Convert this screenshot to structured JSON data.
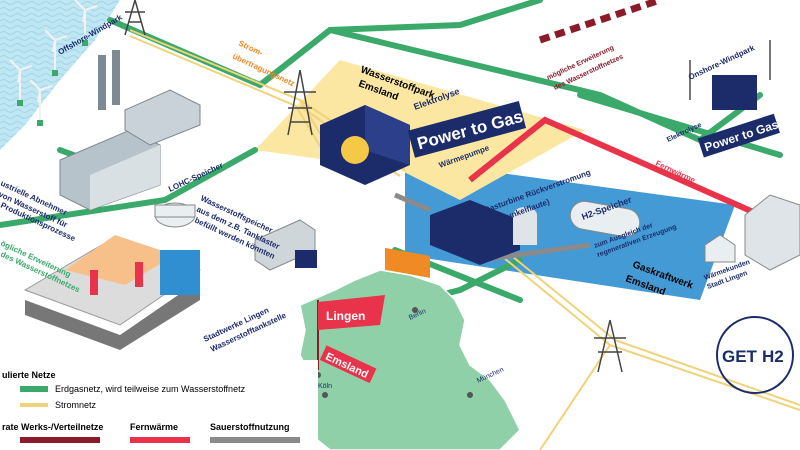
{
  "labels": {
    "offshore": "Offshore-Windpark",
    "strom1": "Strom-",
    "strom2": "übertragungsnetz",
    "erw_w1": "mögliche Erweiterung",
    "erw_w2": "des Wasserstoffnetzes",
    "onshore": "Onshore-Windpark",
    "wp_title1": "Wasserstoffpark",
    "wp_title2": "Emsland",
    "elektrolyse_main": "Elektrolyse",
    "ptg_main": "Power to Gas",
    "elektrolyse_right": "Elektrolyse",
    "ptg_right": "Power to Gas",
    "fernwaerme": "Fernwärme",
    "waermepumpe": "Wärmepumpe",
    "gasturbine1": "Gasturbine Rückverstromung",
    "gasturbine2": "(Dunkelflaute)",
    "h2speicher": "H2-Speicher",
    "ausgleich1": "zum Ausgleich der",
    "ausgleich2": "regenerativen Erzeugung",
    "gaskraftwerk1": "Gaskraftwerk",
    "gaskraftwerk2": "Emsland",
    "waermekunden1": "Wärmekunden",
    "waermekunden2": "Stadt Lingen",
    "industrie1": "ustrielle Abnehmer",
    "industrie2": "von Wasserstoff für",
    "industrie3": "Produktionsprozesse",
    "lohc": "LOHC-Speicher",
    "ws1": "Wasserstoffspeicher",
    "ws2": "aus dem z.B. Tanklaster",
    "ws3": "befüllt werden könnten",
    "erw_l1": "ögliche Erweiterung",
    "erw_l2": "des Wasserstoffnetzes",
    "tank1": "Stadtwerke Lingen",
    "tank2": "Wasserstofftankstelle",
    "lingen": "Lingen",
    "emsland": "Emsland",
    "berlin": "Berlin",
    "koeln": "Köln",
    "muenchen": "München",
    "logo_a": "GET",
    "logo_b": "H2"
  },
  "legend": {
    "title": "ulierte Netze",
    "gas": "Erdgasnetz, wird teilweise zum Wasserstoffnetz",
    "strom": "Stromnetz",
    "werk": "rate Werks-/Verteilnetze",
    "fern": "Fernwärme",
    "sauer": "Sauerstoffnutzung"
  },
  "colors": {
    "gas": "#3aa96a",
    "heat": "#e8334a",
    "power": "#f0d27a",
    "werk": "#8b1a2b",
    "oxygen": "#8a8a8a",
    "navy": "#1c2c6b",
    "blue_area": "#2f8fd0",
    "yellow_area": "#fbe7a1",
    "land": "#8fd0a8",
    "sea": "#bfe6f2"
  }
}
